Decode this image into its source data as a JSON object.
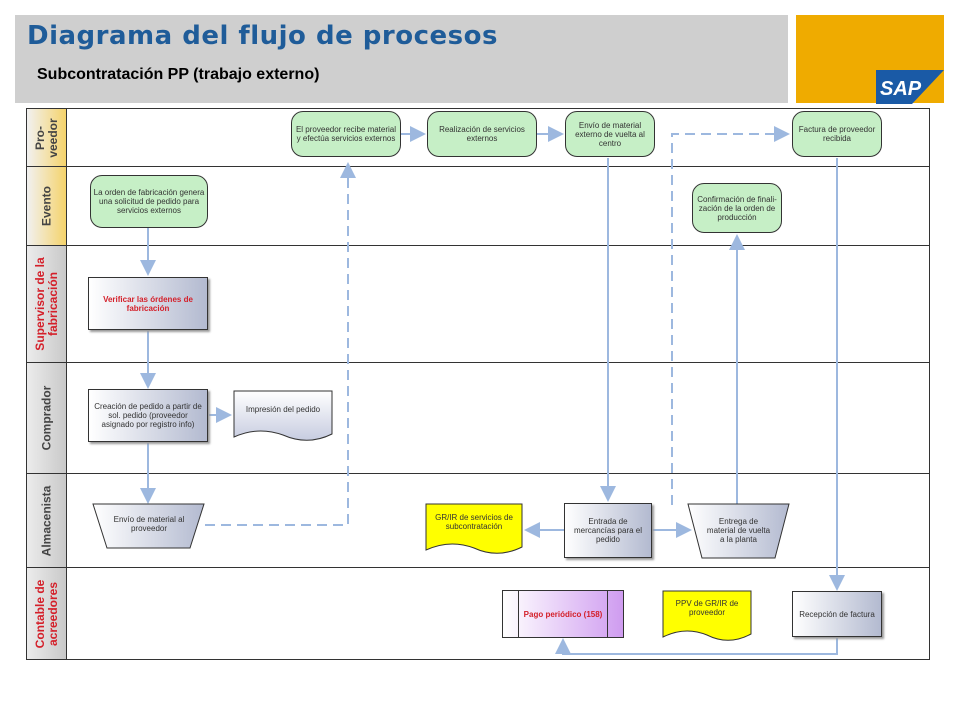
{
  "header": {
    "title": "Diagrama del flujo de procesos",
    "subtitle": "Subcontratación PP (trabajo externo)",
    "logo_text": "SAP",
    "colors": {
      "title": "#1f5c99",
      "header_bg": "#cfcfcf",
      "accent": "#efab00",
      "logo": "#1a5aa6"
    }
  },
  "lanes": [
    "Pro-\nveedor",
    "Evento",
    "Supervisor de la fabricación",
    "Comprador",
    "Almacenista",
    "Contable de acreedores"
  ],
  "nodes": {
    "ev_orden": "La orden de fabricación genera una solicitud de pedido para servicios externos",
    "ev_prov_recibe": "El proveedor recibe material y efectúa servicios externos",
    "ev_realizacion": "Realización de servicios externos",
    "ev_envio_vuelta": "Envío de material externo de vuelta al centro",
    "ev_factura": "Factura de proveedor recibida",
    "ev_confirmacion": "Confirmación de finali-zación de la orden de producción",
    "t_verificar": "Verificar las órdenes de fabricación",
    "t_creacion": "Creación de pedido a partir de sol. pedido (proveedor asignado por registro info)",
    "d_impresion": "Impresión del pedido",
    "t_envio_material": "Envío de material al proveedor",
    "d_grir": "GR/IR de servicios de subcontratación",
    "t_entrada": "Entrada de mercancías para el pedido",
    "t_entrega": "Entrega de material de vuelta a la planta",
    "p_pago": "Pago periódico (158)",
    "d_ppv": "PPV de GR/IR de proveedor",
    "t_recepcion": "Recepción de factura"
  }
}
